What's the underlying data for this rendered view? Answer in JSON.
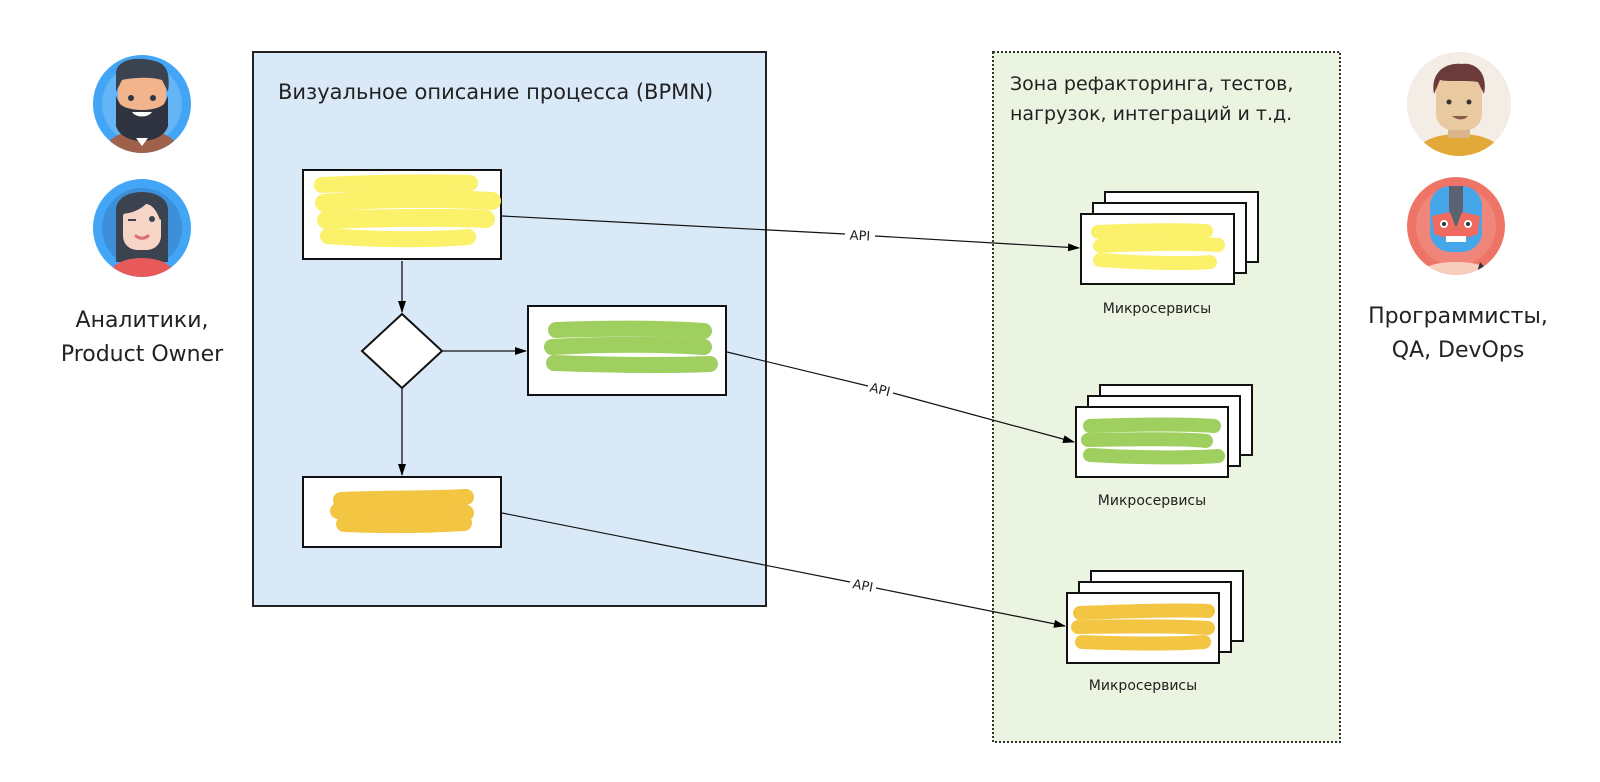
{
  "bpmn_area": {
    "title": "Визуальное описание процесса (BPMN)",
    "background": "#dae9f8"
  },
  "refactoring_zone": {
    "title_line1": "Зона рефакторинга, тестов,",
    "title_line2": "нагрузок, интеграций и т.д.",
    "background": "#eaf4e0"
  },
  "microservices": [
    {
      "label": "Микросервисы",
      "color": "#fcf16a"
    },
    {
      "label": "Микросервисы",
      "color": "#9fcf5f"
    },
    {
      "label": "Микросервисы",
      "color": "#f2c543"
    }
  ],
  "process_tasks": [
    {
      "color": "#fcf16a"
    },
    {
      "color": "#9fcf5f"
    },
    {
      "color": "#f2c543"
    }
  ],
  "connections": [
    {
      "label": "API"
    },
    {
      "label": "API"
    },
    {
      "label": "API"
    }
  ],
  "left_group": {
    "line1": "Аналитики,",
    "line2": "Product Owner",
    "avatars": [
      "bearded-man-avatar",
      "woman-avatar"
    ]
  },
  "right_group": {
    "line1": "Программисты,",
    "line2": "QA, DevOps",
    "avatars": [
      "man-avatar",
      "luchador-mask-avatar"
    ]
  }
}
